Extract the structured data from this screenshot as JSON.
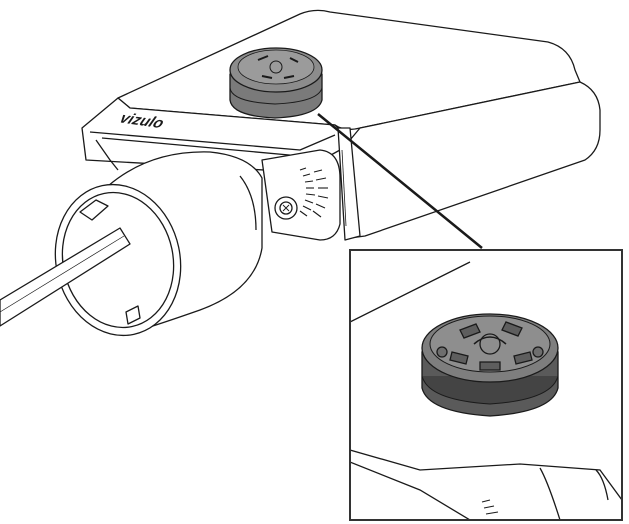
{
  "brand": {
    "logo_text": "vizulo"
  },
  "colors": {
    "line": "#1a1a1a",
    "body_fill": "#ffffff",
    "socket_top": "#8a8a8a",
    "socket_side": "#6f6f6f",
    "socket_base": "#4a4a4a",
    "inset_border": "#333333"
  },
  "parts": {
    "luminaire_housing": "housing",
    "nema_socket": "nema-socket",
    "pole_adapter": "pole-adapter",
    "tilt_scale": "tilt-scale",
    "detail_inset": "detail-view"
  }
}
